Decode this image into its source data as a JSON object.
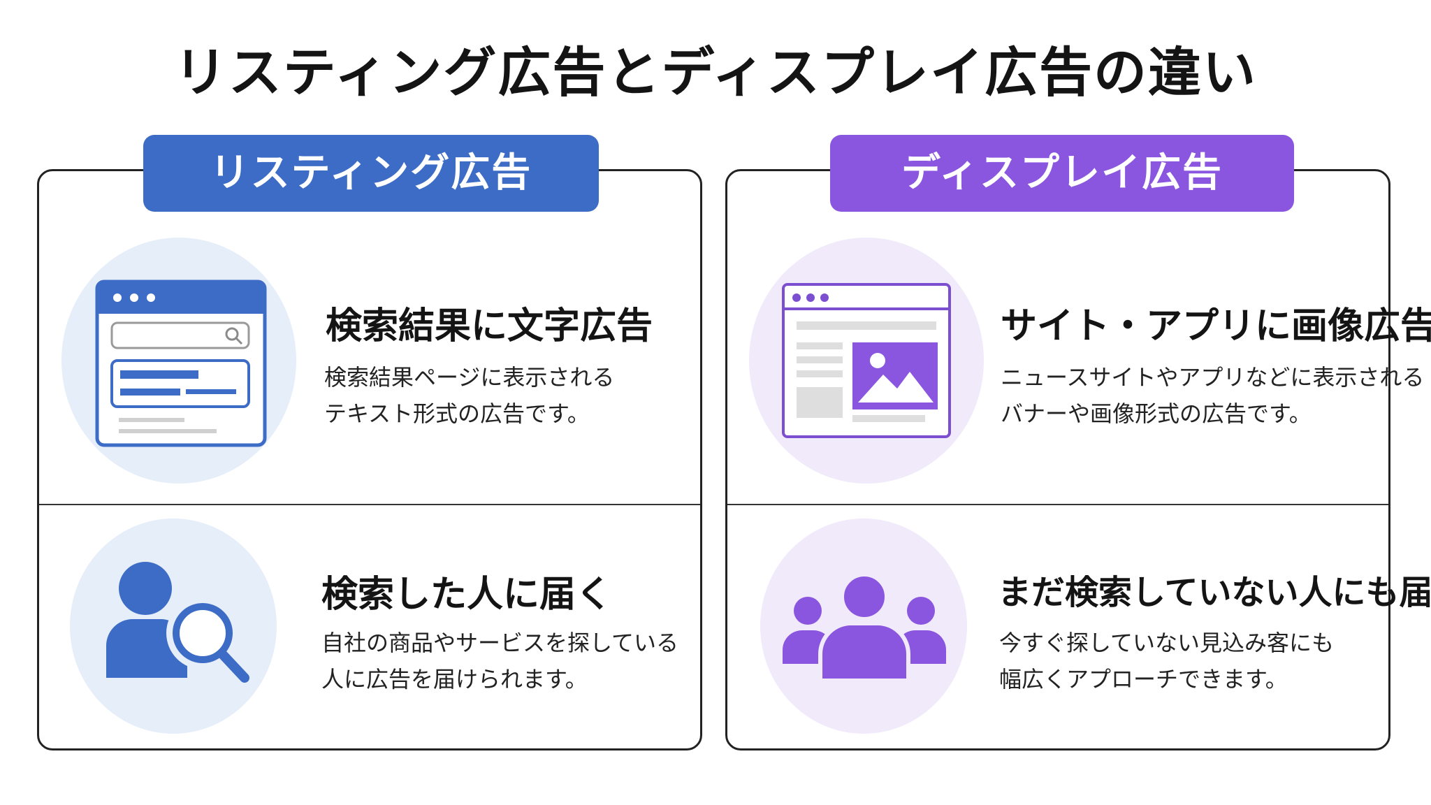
{
  "page": {
    "title": "リスティング広告とディスプレイ広告の違い"
  },
  "colors": {
    "listing_accent": "#3d6cc6",
    "listing_circle": "#e6eef9",
    "display_accent": "#8a55df",
    "display_circle": "#f0eafb"
  },
  "listing": {
    "tab_label": "リスティング広告",
    "rows": [
      {
        "icon": "search-results-browser-icon",
        "title": "検索結果に文字広告",
        "desc_lines": [
          "検索結果ページに表示される",
          "テキスト形式の広告です。"
        ]
      },
      {
        "icon": "user-search-icon",
        "title": "検索した人に届く",
        "desc_lines": [
          "自社の商品やサービスを探している",
          "人に広告を届けられます。"
        ]
      }
    ]
  },
  "display": {
    "tab_label": "ディスプレイ広告",
    "rows": [
      {
        "icon": "browser-image-banner-icon",
        "title": "サイト・アプリに画像広告",
        "desc_lines": [
          "ニュースサイトやアプリなどに表示される",
          "バナーや画像形式の広告です。"
        ]
      },
      {
        "icon": "people-group-icon",
        "title": "まだ検索していない人にも届く",
        "desc_lines": [
          "今すぐ探していない見込み客にも",
          "幅広くアプローチできます。"
        ]
      }
    ]
  }
}
